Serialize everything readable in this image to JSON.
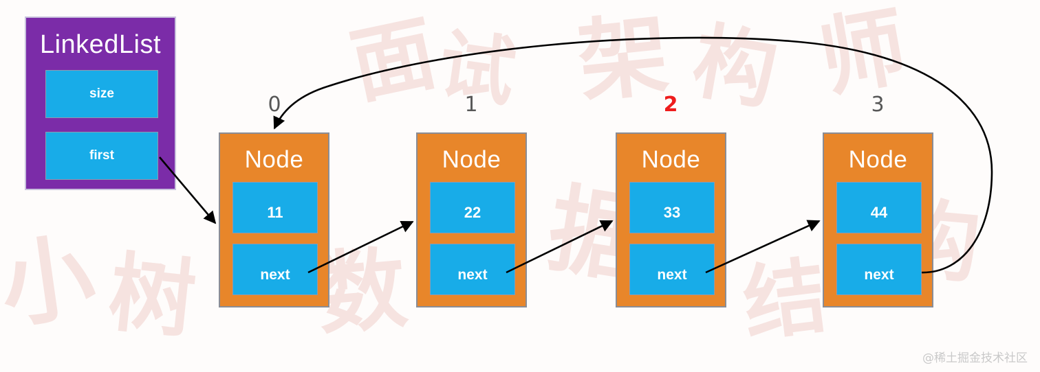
{
  "diagram": {
    "title": "LinkedList circular-reference diagram",
    "colors": {
      "node_fill": "#E8862A",
      "cell_fill": "#18ACE8",
      "linkedlist_fill": "#7B2CA8",
      "highlight_index": "#ee1c1c",
      "arrow": "#000000",
      "background": "#fefcfb"
    }
  },
  "linkedlist": {
    "title": "LinkedList",
    "fields": [
      {
        "label": "size"
      },
      {
        "label": "first"
      }
    ]
  },
  "indices": [
    {
      "label": "0",
      "highlight": false
    },
    {
      "label": "1",
      "highlight": false
    },
    {
      "label": "2",
      "highlight": true
    },
    {
      "label": "3",
      "highlight": false
    }
  ],
  "nodes": [
    {
      "title": "Node",
      "value": "11",
      "next_label": "next"
    },
    {
      "title": "Node",
      "value": "22",
      "next_label": "next"
    },
    {
      "title": "Node",
      "value": "33",
      "next_label": "next"
    },
    {
      "title": "Node",
      "value": "44",
      "next_label": "next"
    }
  ],
  "arrows": [
    {
      "name": "first-to-node0",
      "from": "LinkedList.first",
      "to": "Node 0"
    },
    {
      "name": "node0-to-node1",
      "from": "Node 0.next",
      "to": "Node 1"
    },
    {
      "name": "node1-to-node2",
      "from": "Node 1.next",
      "to": "Node 2"
    },
    {
      "name": "node2-to-node3",
      "from": "Node 2.next",
      "to": "Node 3"
    },
    {
      "name": "node3-to-node0",
      "from": "Node 3.next",
      "to": "Node 0"
    }
  ],
  "watermarks": {
    "footer": "@稀土掘金技术社区",
    "background": [
      "小 树",
      "面  试",
      "数",
      "小",
      "架",
      "构",
      "师"
    ]
  }
}
